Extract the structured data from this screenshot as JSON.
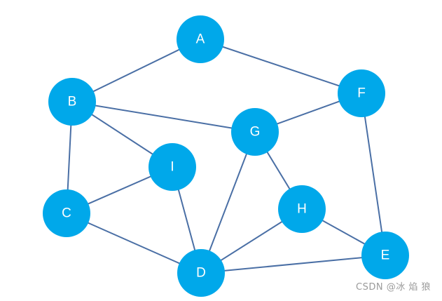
{
  "colors": {
    "node_fill": "#00a8ea",
    "node_text": "#ffffff",
    "edge": "#4a6fa5",
    "background": "#ffffff"
  },
  "nodes": [
    {
      "id": "A",
      "label": "A"
    },
    {
      "id": "B",
      "label": "B"
    },
    {
      "id": "C",
      "label": "C"
    },
    {
      "id": "D",
      "label": "D"
    },
    {
      "id": "E",
      "label": "E"
    },
    {
      "id": "F",
      "label": "F"
    },
    {
      "id": "G",
      "label": "G"
    },
    {
      "id": "H",
      "label": "H"
    },
    {
      "id": "I",
      "label": "I"
    }
  ],
  "edges": [
    [
      "A",
      "B"
    ],
    [
      "A",
      "F"
    ],
    [
      "B",
      "C"
    ],
    [
      "B",
      "I"
    ],
    [
      "B",
      "G"
    ],
    [
      "C",
      "I"
    ],
    [
      "C",
      "D"
    ],
    [
      "I",
      "D"
    ],
    [
      "G",
      "F"
    ],
    [
      "G",
      "D"
    ],
    [
      "G",
      "H"
    ],
    [
      "F",
      "E"
    ],
    [
      "H",
      "D"
    ],
    [
      "H",
      "E"
    ],
    [
      "D",
      "E"
    ]
  ],
  "watermark": "CSDN @冰 焰 狼"
}
